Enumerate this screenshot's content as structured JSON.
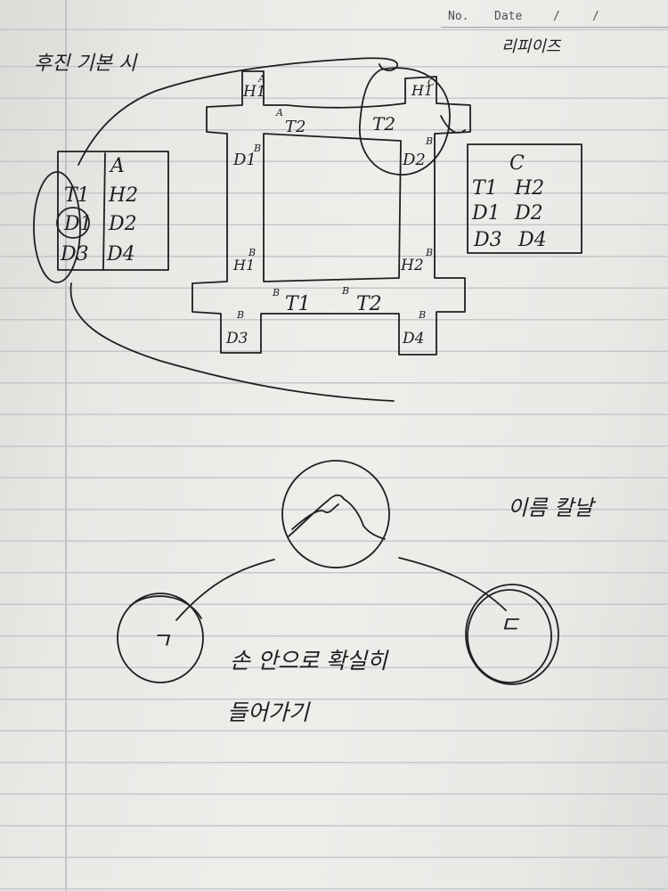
{
  "header": {
    "no_label": "No.",
    "date_label": "Date",
    "date_slash_1": "/",
    "date_slash_2": "/"
  },
  "notes": {
    "top_left": "후진 기본 시",
    "top_right": "리피이즈",
    "right_middle": "이름 칼날",
    "bottom_line_1": "손 안으로 확실히",
    "bottom_line_2": "들어가기"
  },
  "box_a": {
    "title": "A",
    "rows": [
      [
        "T1",
        "H2"
      ],
      [
        "D1",
        "D2"
      ],
      [
        "D3",
        "D4"
      ]
    ]
  },
  "box_c": {
    "title": "C",
    "rows": [
      [
        "T1",
        "H2"
      ],
      [
        "D1",
        "D2"
      ],
      [
        "D3",
        "D4"
      ]
    ]
  },
  "frame_labels": {
    "h1_top": "H1",
    "h1_top_sup": "A",
    "t2_top": "T2",
    "t2_top_sup": "A",
    "h1_right": "H1",
    "h1_right_sup": "C",
    "t2_right": "T2",
    "d1": "D1",
    "d1_sup": "B",
    "d2": "D2",
    "d2_sup": "B",
    "h1_low": "H1",
    "h1_low_sup": "B",
    "h2_low": "H2",
    "h2_low_sup": "B",
    "t1_bottom": "T1",
    "t1_bottom_sup": "B",
    "t2_bottom": "T2",
    "t2_bottom_sup": "B",
    "d3": "D3",
    "d3_sup": "B",
    "d4": "D4",
    "d4_sup": "B"
  },
  "circle_labels": {
    "left": "ㄱ",
    "right": "ㄷ"
  }
}
